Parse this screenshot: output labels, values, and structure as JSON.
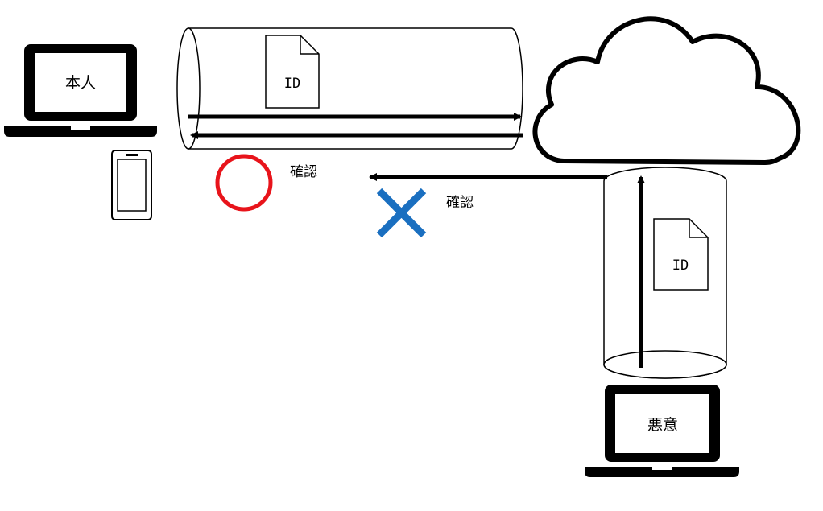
{
  "laptops": {
    "legit_label": "本人",
    "malicious_label": "悪意"
  },
  "documents": {
    "secure_channel_label": "ID",
    "attacker_channel_label": "ID"
  },
  "checks": {
    "success_label": "確認",
    "fail_label": "確認"
  },
  "colors": {
    "success": "#e8141b",
    "fail": "#1a6fc0",
    "line": "#000000"
  },
  "icons": {
    "success": "circle-mark-icon",
    "fail": "cross-mark-icon"
  }
}
